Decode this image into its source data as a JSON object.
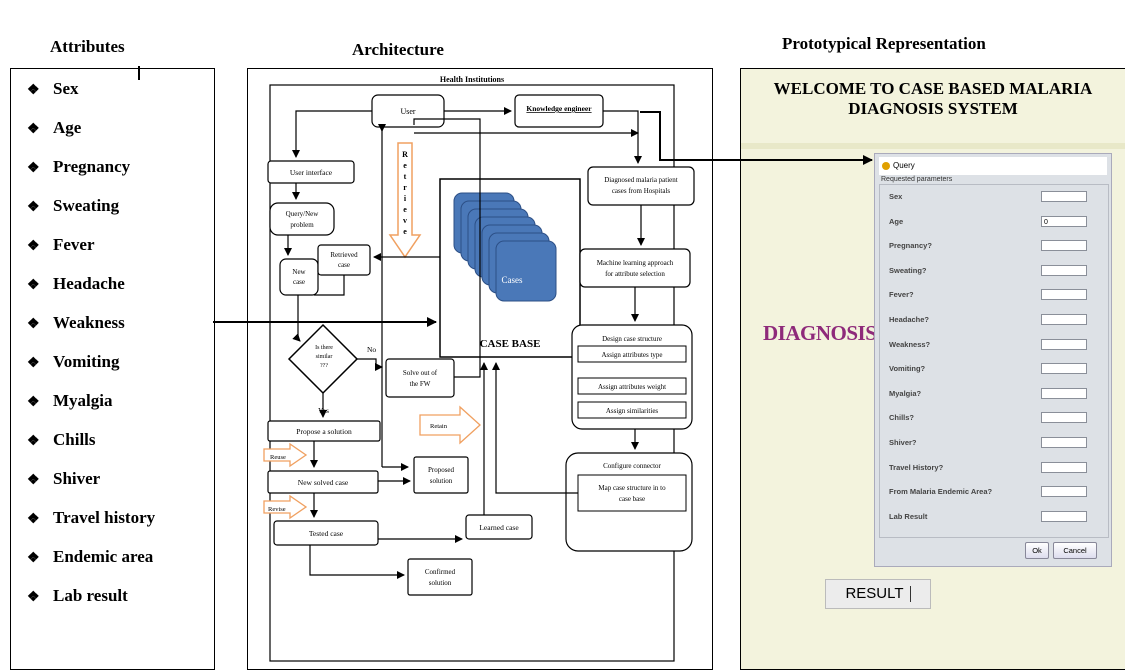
{
  "headings": {
    "attributes": "Attributes",
    "architecture": "Architecture",
    "prototype": "Prototypical Representation"
  },
  "attributes": [
    "Sex",
    "Age",
    "Pregnancy",
    "Sweating",
    "Fever",
    "Headache",
    "Weakness",
    "Vomiting",
    "Myalgia",
    "Chills",
    "Shiver",
    "Travel history",
    "Endemic area",
    "Lab result"
  ],
  "architecture": {
    "health_institutions": "Health Institutions",
    "user": "User",
    "knowledge_engineer": "Knowledge engineer",
    "user_interface": "User interface",
    "query_new_problem_1": "Query/New",
    "query_new_problem_2": "problem",
    "new_case_1": "New",
    "new_case_2": "case",
    "retrieved_case_1": "Retrieved",
    "retrieved_case_2": "case",
    "retrieve_letters": [
      "R",
      "e",
      "t",
      "r",
      "i",
      "e",
      "v",
      "e"
    ],
    "is_there_similar_1": "Is there",
    "is_there_similar_2": "similar",
    "is_there_similar_3": "???",
    "no": "No",
    "yes": "Yes",
    "solve_out_1": "Solve out of",
    "solve_out_2": "the FW",
    "propose_solution": "Propose a solution",
    "reuse": "Reuse",
    "revise": "Revise",
    "retain": "Retain",
    "new_solved_case": "New solved case",
    "proposed_solution_1": "Proposed",
    "proposed_solution_2": "solution",
    "tested_case": "Tested case",
    "learned_case": "Learned case",
    "confirmed_solution_1": "Confirmed",
    "confirmed_solution_2": "solution",
    "case_base": "CASE BASE",
    "cases": "Cases",
    "diagnosed_1": "Diagnosed malaria patient",
    "diagnosed_2": "cases from Hospitals",
    "ml_1": "Machine learning approach",
    "ml_2": "for attribute selection",
    "design_case_structure": "Design case structure",
    "assign_type": "Assign attributes type",
    "assign_weight": "Assign attributes weight",
    "assign_similarities": "Assign similarities",
    "configure_connector": "Configure connector",
    "map_case_1": "Map case structure in to",
    "map_case_2": "case base"
  },
  "prototype": {
    "welcome_line1": "WELCOME TO CASE BASED MALARIA",
    "welcome_line2": "DIAGNOSIS SYSTEM",
    "diagnosis": "DIAGNOSIS",
    "dialog_title": "Query",
    "group_label": "Requested parameters",
    "parameters": [
      {
        "label": "Sex",
        "value": ""
      },
      {
        "label": "Age",
        "value": "0"
      },
      {
        "label": "Pregnancy?",
        "value": ""
      },
      {
        "label": "Sweating?",
        "value": ""
      },
      {
        "label": "Fever?",
        "value": ""
      },
      {
        "label": "Headache?",
        "value": ""
      },
      {
        "label": "Weakness?",
        "value": ""
      },
      {
        "label": "Vomiting?",
        "value": ""
      },
      {
        "label": "Myalgia?",
        "value": ""
      },
      {
        "label": "Chills?",
        "value": ""
      },
      {
        "label": "Shiver?",
        "value": ""
      },
      {
        "label": "Travel History?",
        "value": ""
      },
      {
        "label": "From Malaria Endemic Area?",
        "value": ""
      },
      {
        "label": "Lab Result",
        "value": ""
      }
    ],
    "ok_label": "Ok",
    "cancel_label": "Cancel",
    "result_label": "RESULT"
  },
  "colors": {
    "case_blue": "#4a78b8",
    "case_border": "#2c4f86",
    "arrow_orange": "#f0a060",
    "diagnosis_purple": "#8e2a7a",
    "proto_bg": "#f3f3dd"
  }
}
